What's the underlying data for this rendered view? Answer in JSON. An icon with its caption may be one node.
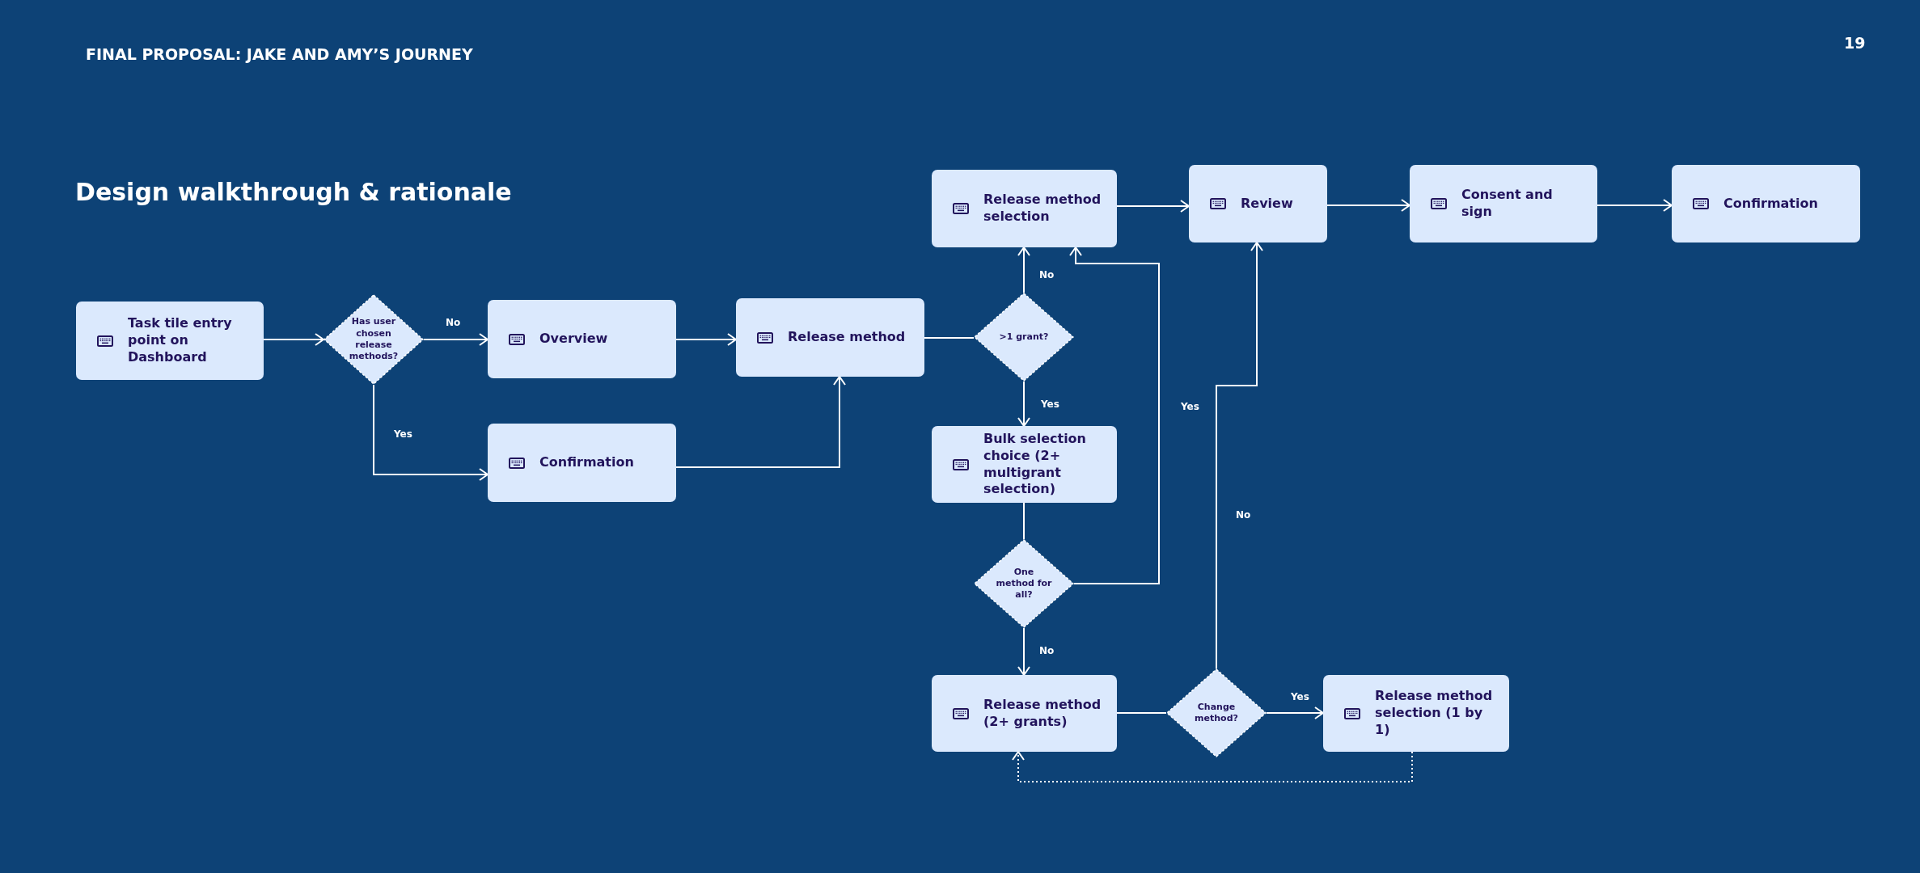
{
  "diagram": {
    "title": "Design walkthrough & rationale",
    "nodes": [
      {
        "text": [
          "Task tile entry point on Dashboard"
        ]
      },
      {
        "text": [
          "Has user chosen release methods?"
        ]
      },
      {
        "text": [
          "Overview"
        ]
      },
      {
        "text": [
          "Confirmation"
        ]
      },
      {
        "text": [
          "Release method"
        ]
      },
      {
        "text": [
          ">1 grant?"
        ]
      },
      {
        "text": [
          "Release method selection"
        ]
      },
      {
        "text": [
          "Review"
        ]
      },
      {
        "text": [
          "Consent and sign"
        ]
      },
      {
        "text": [
          "Confirmation"
        ]
      },
      {
        "text": [
          "Bulk selection choice (2+ multigrant selection)"
        ]
      },
      {
        "text": [
          "One method for all?"
        ]
      },
      {
        "text": [
          "Release method (2+ grants)"
        ]
      },
      {
        "text": [
          "Change method?"
        ]
      },
      {
        "text": [
          "Release method selection (1 by 1)"
        ]
      }
    ],
    "edges": [
      {
        "from": 0,
        "to": 1,
        "arrow": "to"
      },
      {
        "from": 1,
        "to": 2,
        "arrow": "to",
        "label": "No"
      },
      {
        "from": 1,
        "to": 3,
        "arrow": "to",
        "label": "Yes"
      },
      {
        "from": 2,
        "to": 4,
        "arrow": "to"
      },
      {
        "from": 3,
        "to": 4,
        "arrow": "to"
      },
      {
        "from": 4,
        "to": 5,
        "arrow": "none"
      },
      {
        "from": 5,
        "to": 6,
        "arrow": "to",
        "label": "No"
      },
      {
        "from": 5,
        "to": 10,
        "arrow": "to",
        "label": "Yes"
      },
      {
        "from": 10,
        "to": 11,
        "arrow": "none"
      },
      {
        "from": 11,
        "to": 6,
        "arrow": "to",
        "label": "Yes"
      },
      {
        "from": 11,
        "to": 12,
        "arrow": "to",
        "label": "No"
      },
      {
        "from": 12,
        "to": 13,
        "arrow": "none"
      },
      {
        "from": 13,
        "to": 14,
        "arrow": "to",
        "label": "Yes"
      },
      {
        "from": 13,
        "to": 7,
        "arrow": "to",
        "label": "No"
      },
      {
        "from": 14,
        "to": 12,
        "arrow": "to",
        "style": "dashed"
      },
      {
        "from": 6,
        "to": 7,
        "arrow": "to"
      },
      {
        "from": 7,
        "to": 8,
        "arrow": "to"
      },
      {
        "from": 8,
        "to": 9,
        "arrow": "to"
      }
    ],
    "labels": [
      "FINAL PROPOSAL: JAKE AND AMY’S JOURNEY",
      "19"
    ]
  }
}
